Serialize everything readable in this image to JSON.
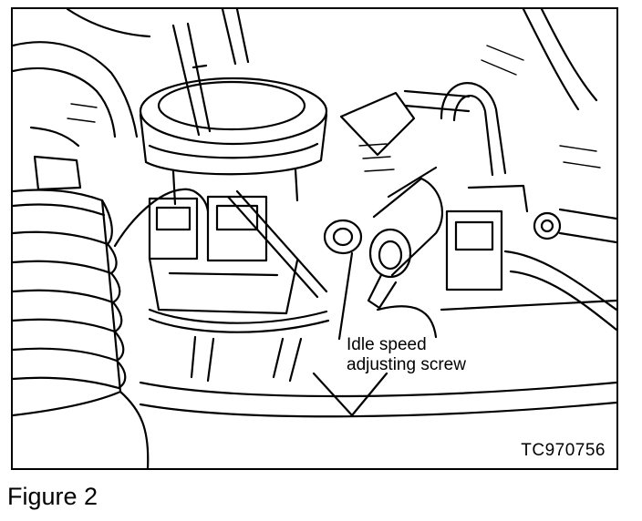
{
  "figure": {
    "callout": {
      "line1": "Idle speed",
      "line2": "adjusting screw"
    },
    "drawing_code": "TC970756"
  },
  "caption": "Figure 2",
  "colors": {
    "ink": "#000000",
    "paper": "#ffffff"
  }
}
